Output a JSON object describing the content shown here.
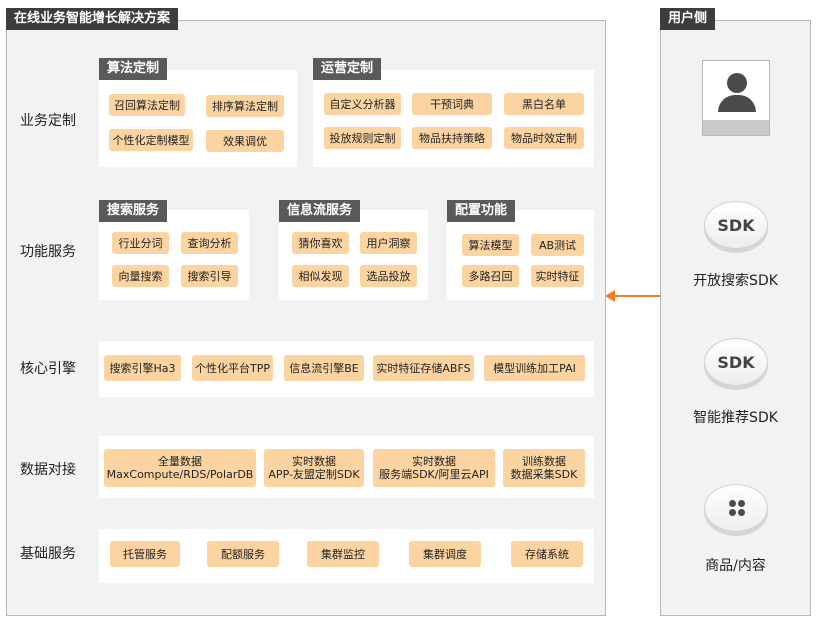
{
  "main_title": "在线业务智能增长解决方案",
  "user_side_title": "用户侧",
  "rows": {
    "business": "业务定制",
    "function": "功能服务",
    "engine": "核心引擎",
    "data": "数据对接",
    "base": "基础服务"
  },
  "algorithm": {
    "title": "算法定制",
    "items": [
      "召回算法定制",
      "排序算法定制",
      "个性化定制模型",
      "效果调优"
    ]
  },
  "operation": {
    "title": "运营定制",
    "items": [
      "自定义分析器",
      "干预词典",
      "黑白名单",
      "投放规则定制",
      "物品扶持策略",
      "物品时效定制"
    ]
  },
  "search_service": {
    "title": "搜索服务",
    "items": [
      "行业分词",
      "查询分析",
      "向量搜索",
      "搜索引导"
    ]
  },
  "feed_service": {
    "title": "信息流服务",
    "items": [
      "猜你喜欢",
      "用户洞察",
      "相似发现",
      "选品投放"
    ]
  },
  "config": {
    "title": "配置功能",
    "items": [
      "算法模型",
      "AB测试",
      "多路召回",
      "实时特征"
    ]
  },
  "engine_items": [
    "搜索引擎Ha3",
    "个性化平台TPP",
    "信息流引擎BE",
    "实时特征存储ABFS",
    "模型训练加工PAI"
  ],
  "data_items": [
    {
      "line1": "全量数据",
      "line2": "MaxCompute/RDS/PolarDB"
    },
    {
      "line1": "实时数据",
      "line2": "APP-友盟定制SDK"
    },
    {
      "line1": "实时数据",
      "line2": "服务端SDK/阿里云API"
    },
    {
      "line1": "训练数据",
      "line2": "数据采集SDK"
    }
  ],
  "base_items": [
    "托管服务",
    "配额服务",
    "集群监控",
    "集群调度",
    "存储系统"
  ],
  "user_side": {
    "sdk_badge_1": "SDK",
    "sdk_label_1": "开放搜索SDK",
    "sdk_badge_2": "SDK",
    "sdk_label_2": "智能推荐SDK",
    "item_label": "商品/内容"
  },
  "colors": {
    "chip": "#fbd4a1",
    "arrow": "#f47b20",
    "title_tab": "#3d3d3d",
    "frame": "#f2f2f2"
  }
}
